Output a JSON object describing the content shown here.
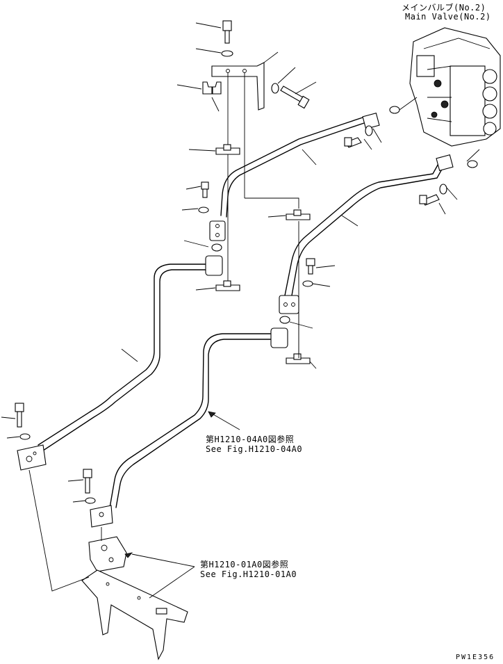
{
  "labels": {
    "main_valve_jp": "メインバルブ(No.2)",
    "main_valve_en": "Main Valve(No.2)",
    "ref_04a0_jp": "第H1210-04A0図参照",
    "ref_04a0_en": "See Fig.H1210-04A0",
    "ref_01a0_jp": "第H1210-01A0図参照",
    "ref_01a0_en": "See Fig.H1210-01A0",
    "drawing_code": "PW1E356"
  }
}
